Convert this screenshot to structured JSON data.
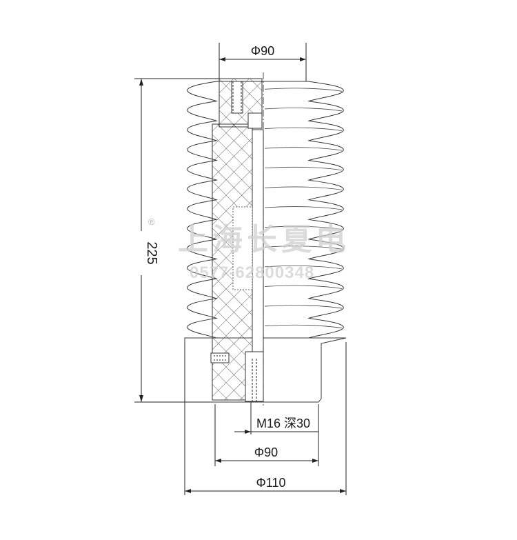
{
  "drawing": {
    "title": "",
    "dimensions": {
      "top_diameter": "Φ90",
      "height": "225",
      "thread_label": "M16 深30",
      "bottom_inner_diameter": "Φ90",
      "bottom_outer_diameter": "Φ110"
    },
    "watermark": {
      "brand": "上海长夏电",
      "phone": "0577-62800348",
      "registered_mark": "®"
    },
    "colors": {
      "stroke": "#222222",
      "insulator_fill": "#ffffff",
      "hatch": "#3a3a3a",
      "watermark": "#cfcfcf"
    }
  }
}
